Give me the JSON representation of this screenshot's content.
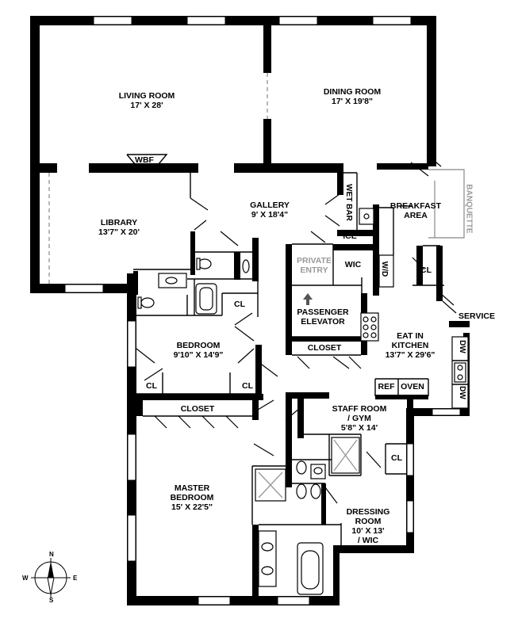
{
  "rooms": {
    "living": {
      "name": "LIVING ROOM",
      "dims": "17' X 28'"
    },
    "dining": {
      "name": "DINING ROOM",
      "dims": "17' X 19'8\""
    },
    "library": {
      "name": "LIBRARY",
      "dims": "13'7\" X 20'"
    },
    "gallery": {
      "name": "GALLERY",
      "dims": "9' X 18'4\""
    },
    "breakfast": {
      "name": "BREAKFAST",
      "name2": "AREA"
    },
    "bedroom": {
      "name": "BEDROOM",
      "dims": "9'10\" X 14'9\""
    },
    "master": {
      "name": "MASTER",
      "name2": "BEDROOM",
      "dims": "15' X 22'5\""
    },
    "kitchen": {
      "name": "EAT IN",
      "name2": "KITCHEN",
      "dims": "13'7\" X 29'6\""
    },
    "staff": {
      "name": "STAFF ROOM",
      "name2": "/ GYM",
      "dims": "5'8\" X 14'"
    },
    "dressing": {
      "name": "DRESSING",
      "name2": "ROOM",
      "dims": "10' X 13'",
      "name3": "/ WIC"
    },
    "elevator": {
      "name": "PASSENGER",
      "name2": "ELEVATOR"
    },
    "entry": {
      "name": "PRIVATE",
      "name2": "ENTRY"
    }
  },
  "labels": {
    "wbf": "WBF",
    "wet_bar": "WET BAR",
    "ice": "ICE",
    "wic": "WIC",
    "wd": "W/D",
    "banquette": "BANQUETTE",
    "service": "SERVICE",
    "closet1": "CLOSET",
    "closet2": "CLOSET",
    "cl_bed1": "CL",
    "cl_bed2": "CL",
    "cl_bath": "CL",
    "cl_kitchen": "CL",
    "cl_staff": "CL",
    "dw1": "DW",
    "dw2": "DW",
    "ref": "REF",
    "oven": "OVEN"
  },
  "compass": {
    "n": "N",
    "s": "S",
    "e": "E",
    "w": "W"
  }
}
